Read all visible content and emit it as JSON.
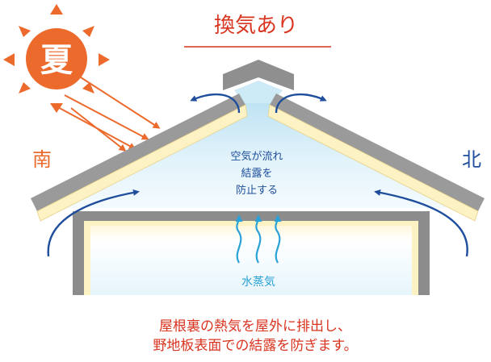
{
  "title": "換気あり",
  "season": "夏",
  "south": "南",
  "north": "北",
  "attic_note": [
    "空気が流れ",
    "結露を",
    "防止する"
  ],
  "vapor": "水蒸気",
  "caption": [
    "屋根裏の熱気を屋外に排出し、",
    "野地板表面での結露を防ぎます。"
  ],
  "colors": {
    "accent": "#d9341f",
    "sun": "#ec6a2c",
    "roof": "#9a9a9a",
    "insulation": "#fdf2c4",
    "air": "#cdebf6",
    "flow_arrow": "#1f4e9c",
    "vapor_arrow": "#2aa2d8",
    "text_blue": "#1f4e9c"
  }
}
